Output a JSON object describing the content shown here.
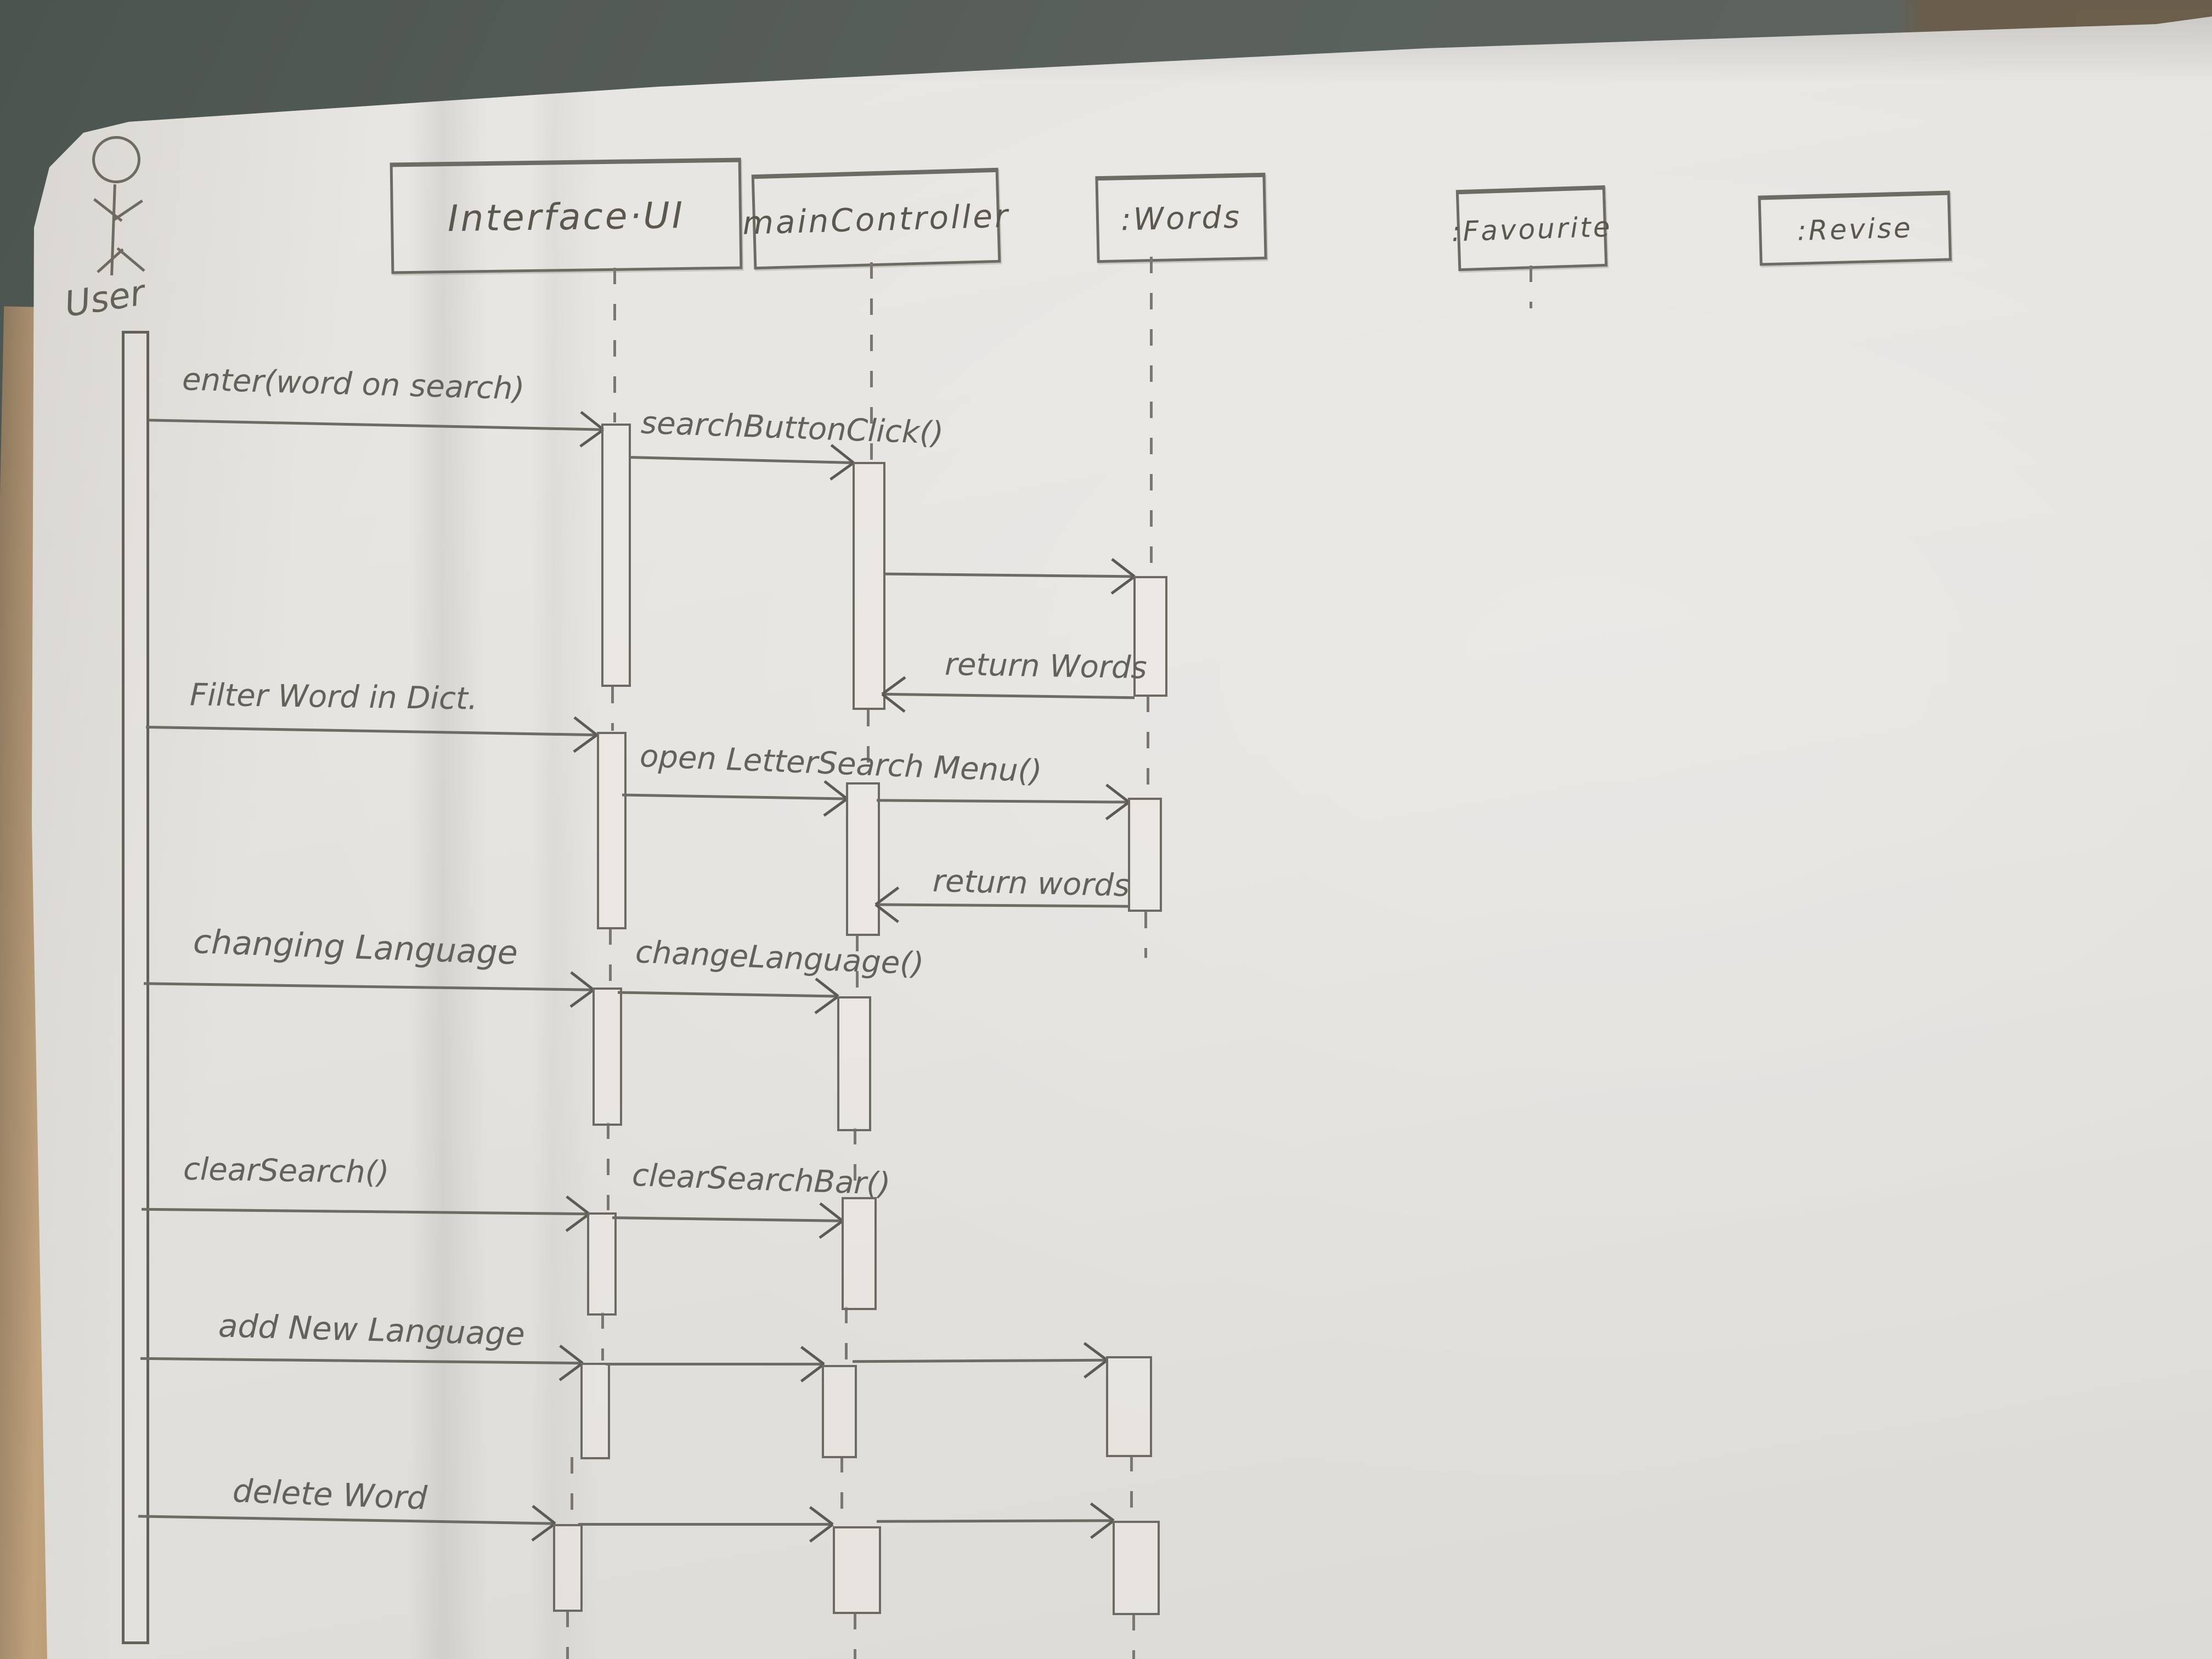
{
  "scene": {
    "setting": "photo of a hand-drawn pencil sequence diagram on white paper",
    "paper_color": "#e7e5e1",
    "pencil_color": "#6e6a64",
    "desk_color": "#59605c",
    "cardboard_color": "#b99b79"
  },
  "diagram": {
    "type": "uml-sequence",
    "actor": {
      "label": "User"
    },
    "participants": [
      {
        "label": "Interface·UI"
      },
      {
        "label": "mainController"
      },
      {
        "label": ":Words"
      },
      {
        "label": ":Favourite"
      },
      {
        "label": ":Revise"
      }
    ],
    "messages": [
      {
        "from": "User",
        "to": "Interface·UI",
        "label": "enter(word on search)"
      },
      {
        "from": "Interface·UI",
        "to": "mainController",
        "label": "searchButtonClick()"
      },
      {
        "from": "mainController",
        "to": ":Words",
        "label": ""
      },
      {
        "from": ":Words",
        "to": "mainController",
        "label": "return Words"
      },
      {
        "from": "User",
        "to": "Interface·UI",
        "label": "Filter Word in Dict."
      },
      {
        "from": "Interface·UI",
        "to": "mainController",
        "label": "open LetterSearch Menu()"
      },
      {
        "from": "mainController",
        "to": ":Words",
        "label": ""
      },
      {
        "from": ":Words",
        "to": "mainController",
        "label": "return words"
      },
      {
        "from": "User",
        "to": "Interface·UI",
        "label": "changing Language"
      },
      {
        "from": "Interface·UI",
        "to": "mainController",
        "label": "changeLanguage()"
      },
      {
        "from": "User",
        "to": "Interface·UI",
        "label": "clearSearch()"
      },
      {
        "from": "Interface·UI",
        "to": "mainController",
        "label": "clearSearchBar()"
      },
      {
        "from": "User",
        "to": ":Words",
        "via": [
          "Interface·UI",
          "mainController"
        ],
        "label": "add New Language"
      },
      {
        "from": "User",
        "to": ":Words",
        "via": [
          "Interface·UI",
          "mainController"
        ],
        "label": "delete Word"
      }
    ]
  }
}
